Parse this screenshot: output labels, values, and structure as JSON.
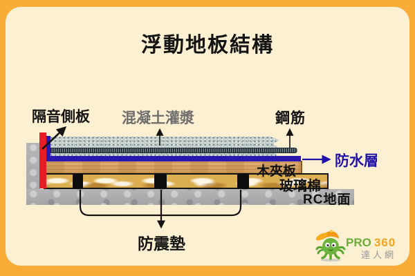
{
  "page": {
    "title": "浮動地板結構"
  },
  "diagram": {
    "callouts": {
      "soundproof_side_panel": "隔音側板",
      "concrete_grout": "混凝土灌漿",
      "rebar": "鋼筋",
      "waterproof_layer": "防水層",
      "vibration_pad": "防震墊"
    },
    "layer_labels": {
      "plywood": "木夾板",
      "glass_wool": "玻璃棉",
      "rc_floor": "RC地面"
    }
  },
  "logo": {
    "brand_pro": "PRO",
    "brand_360": "360",
    "subtitle": "達人網",
    "mascot_icon": "octopus-mascot-icon"
  },
  "colors": {
    "border_orange": "#F9AC38",
    "panel_cream": "#FCF0D2",
    "side_panel_red": "#E81C25",
    "waterproof_blue": "#2A17AE",
    "waterproof_label_blue": "#2012A8",
    "concrete_label_gray": "#6E6E6E",
    "pad_black": "#0D0D0D",
    "brand_green": "#6EAC3B",
    "brand_orange": "#F5A41D",
    "brand_sub_gray": "#9A9A9A"
  }
}
